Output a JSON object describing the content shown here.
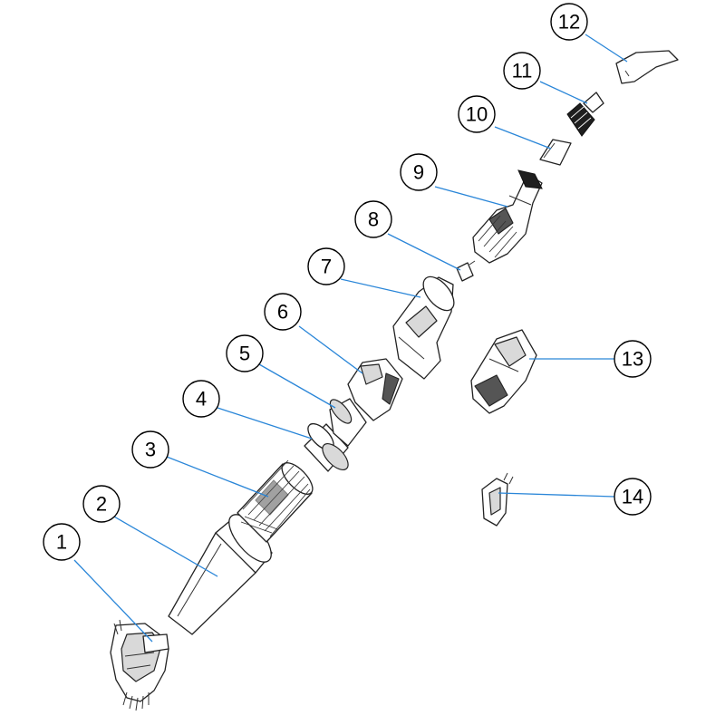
{
  "callouts": [
    {
      "id": "1",
      "label": "1"
    },
    {
      "id": "2",
      "label": "2"
    },
    {
      "id": "3",
      "label": "3"
    },
    {
      "id": "4",
      "label": "4"
    },
    {
      "id": "5",
      "label": "5"
    },
    {
      "id": "6",
      "label": "6"
    },
    {
      "id": "7",
      "label": "7"
    },
    {
      "id": "8",
      "label": "8"
    },
    {
      "id": "9",
      "label": "9"
    },
    {
      "id": "10",
      "label": "10"
    },
    {
      "id": "11",
      "label": "11"
    },
    {
      "id": "12",
      "label": "12"
    },
    {
      "id": "13",
      "label": "13"
    },
    {
      "id": "14",
      "label": "14"
    }
  ],
  "colors": {
    "leader_line": "#2a86d8",
    "outline": "#222222",
    "shading": "#d9d9d9"
  }
}
